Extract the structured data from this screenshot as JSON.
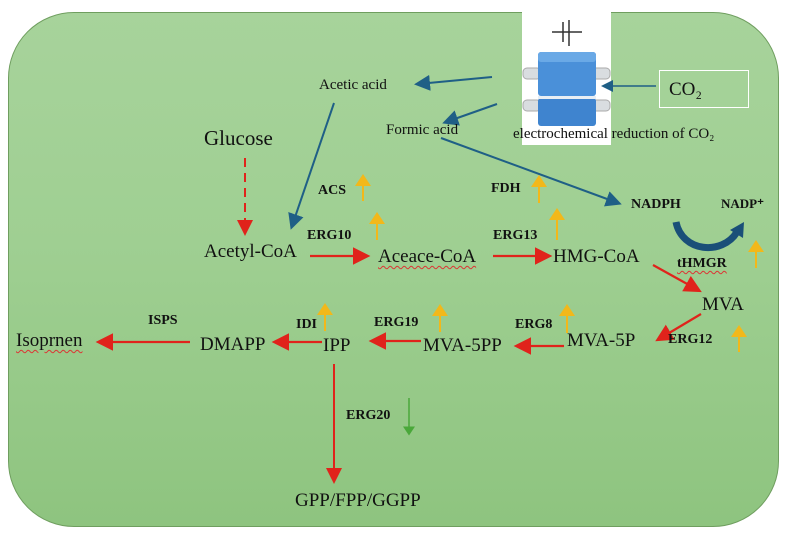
{
  "diagram": {
    "title": "Mevalonate pathway engineering with electrochemical CO2 reduction",
    "inputs": {
      "co2_label": "CO₂",
      "device_caption": "electrochemical reduction of CO₂",
      "glucose": "Glucose"
    },
    "products_of_reduction": {
      "acetic_acid": "Acetic acid",
      "formic_acid": "Formic acid"
    },
    "metabolites": {
      "acetyl_coa": "Acetyl-CoA",
      "aceace_coa": "Aceace-CoA",
      "hmg_coa": "HMG-CoA",
      "mva": "MVA",
      "mva_5p": "MVA-5P",
      "mva_5pp": "MVA-5PP",
      "ipp": "IPP",
      "dmapp": "DMAPP",
      "isoprene": "Isoprnen",
      "gpp_fpp_ggpp": "GPP/FPP/GGPP",
      "nadph": "NADPH",
      "nadp_plus": "NADP⁺"
    },
    "enzymes": [
      {
        "name": "ACS",
        "regulation": "up"
      },
      {
        "name": "FDH",
        "regulation": "up"
      },
      {
        "name": "ERG10",
        "regulation": "up"
      },
      {
        "name": "ERG13",
        "regulation": "up"
      },
      {
        "name": "tHMGR",
        "regulation": "up"
      },
      {
        "name": "ERG12",
        "regulation": "up"
      },
      {
        "name": "ERG8",
        "regulation": "up"
      },
      {
        "name": "ERG19",
        "regulation": "up"
      },
      {
        "name": "IDI",
        "regulation": "up"
      },
      {
        "name": "ISPS",
        "regulation": "none"
      },
      {
        "name": "ERG20",
        "regulation": "down"
      }
    ],
    "colors": {
      "pathway_arrow": "#e0231b",
      "input_arrow": "#1f5f86",
      "upregulated": "#f2b81a",
      "downregulated": "#4aa83a",
      "background": "#9fcf92"
    }
  }
}
